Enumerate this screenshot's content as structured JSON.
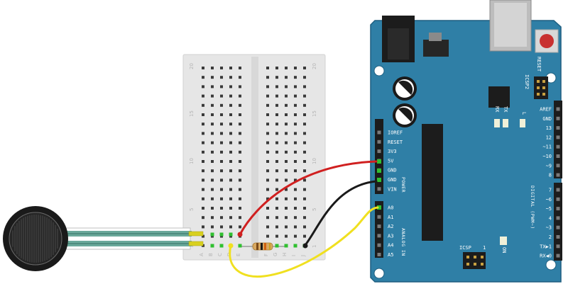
{
  "breadcrumb_labels": {
    "row_numbers": [
      "20",
      "15",
      "10",
      "5",
      "1"
    ],
    "columns_left": [
      "A",
      "B",
      "C",
      "D",
      "E"
    ],
    "columns_right": [
      "F",
      "G",
      "H",
      "I",
      "J"
    ]
  },
  "arduino": {
    "reset_label": "RESET",
    "icsp2_label": "ICSP2",
    "icsp_label": "ICSP",
    "icsp_pin_1": "1",
    "tx_label": "TX",
    "rx_label": "RX",
    "l_label": "L",
    "on_label": "ON",
    "power_section_label": "POWER",
    "analog_section_label": "ANALOG IN",
    "digital_section_label": "DIGITAL (PWM~)",
    "power_pins": [
      "IOREF",
      "RESET",
      "3V3",
      "5V",
      "GND",
      "GND",
      "VIN"
    ],
    "analog_pins": [
      "A0",
      "A1",
      "A2",
      "A3",
      "A4",
      "A5"
    ],
    "digital_top_pins": [
      "AREF",
      "GND",
      "13",
      "12",
      "~11",
      "~10",
      "~9",
      "8"
    ],
    "digital_bottom_pins": [
      "7",
      "~6",
      "~5",
      "4",
      "~3",
      "2",
      "TX▶1",
      "RX◀0"
    ]
  },
  "colors": {
    "board": "#2f7fa6",
    "board_edge": "#1f5f80",
    "wire_red": "#d02020",
    "wire_black": "#1a1a1a",
    "wire_yellow": "#f0e020",
    "breadboard": "#e6e6e6",
    "sensor_lead": "#6aa89a"
  }
}
